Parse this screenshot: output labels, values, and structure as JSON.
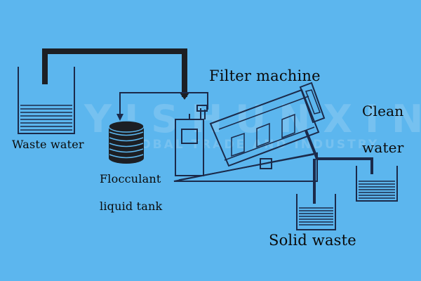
{
  "labels": {
    "waste_water": "Waste water",
    "filter_machine": "Filter machine",
    "flocculant_line1": "Flocculant",
    "flocculant_line2": "liquid tank",
    "clean_line1": "Clean",
    "clean_line2": "water",
    "solid_waste": "Solid waste"
  },
  "watermark": {
    "brand": "YISHUNXIN",
    "subtitle": "GLOBAL TRADE AND INDUSTRY"
  },
  "colors": {
    "background": "#5cb6ee",
    "pipe": "#1c1f24",
    "outline": "#1b2a4a"
  }
}
